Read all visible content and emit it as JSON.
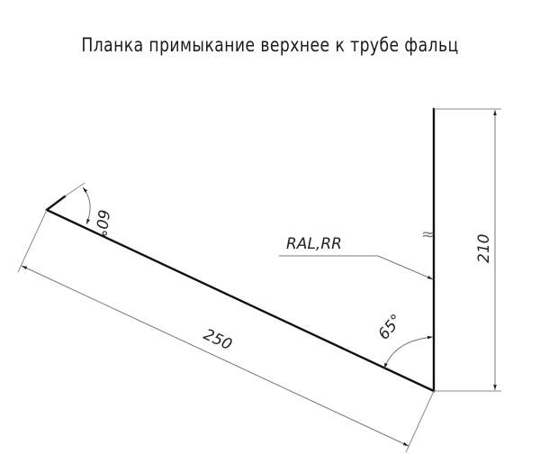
{
  "title": "Планка примыкание верхнее к трубе фальц",
  "drawing": {
    "dimensions": {
      "flange_length": "250",
      "vertical_height": "210"
    },
    "angles": {
      "top_flange_angle": "60°",
      "bend_angle": "65°"
    },
    "callout": {
      "label": "RAL,RR"
    },
    "break_symbol": "≈",
    "colors": {
      "profile_line": "#111111",
      "dimension_line": "#777777"
    }
  }
}
